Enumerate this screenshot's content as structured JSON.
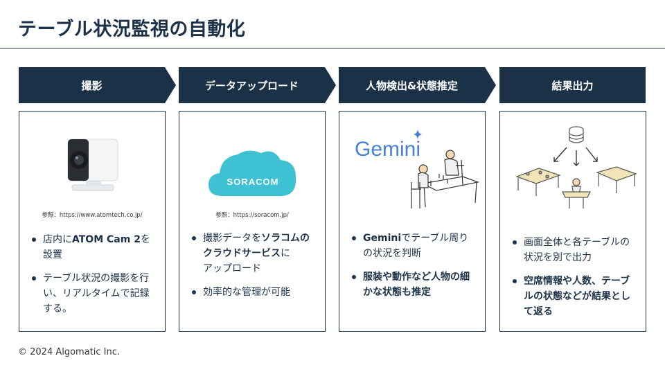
{
  "title": "テーブル状況監視の自動化",
  "steps": [
    {
      "label": "撮影",
      "credit": "参照：https://www.atomtech.co.jp/",
      "bullets": [
        [
          "店内に",
          "ATOM Cam 2",
          "を設置"
        ],
        [
          "テーブル状況の撮影を行い、リアルタイムで記録する。"
        ]
      ]
    },
    {
      "label": "データアップロード",
      "credit": "参照：https://soracom.jp/",
      "logo_text": "SORACOM",
      "bullets": [
        [
          "撮影データを",
          "ソラコムのクラウドサービス",
          "に",
          "アップロード"
        ],
        [
          "効率的な管理が可能"
        ]
      ]
    },
    {
      "label": "人物検出&状態推定",
      "logo_text": "Gemini",
      "bullets": [
        [
          "Gemini",
          "でテーブル周りの状況を判断"
        ],
        [
          "服装や動作など人物の細かな状態も推定"
        ]
      ]
    },
    {
      "label": "結果出力",
      "bullets": [
        [
          "画面全体と各テーブルの状況を別で出力"
        ],
        [
          "空席情報や人数、テーブルの状態などが結果として返る"
        ]
      ]
    }
  ],
  "footer": "© 2024 Algomatic Inc.",
  "colors": {
    "navy": "#1b3147",
    "soracom": "#3ec1d3",
    "gemini": "#4a7fd6"
  }
}
